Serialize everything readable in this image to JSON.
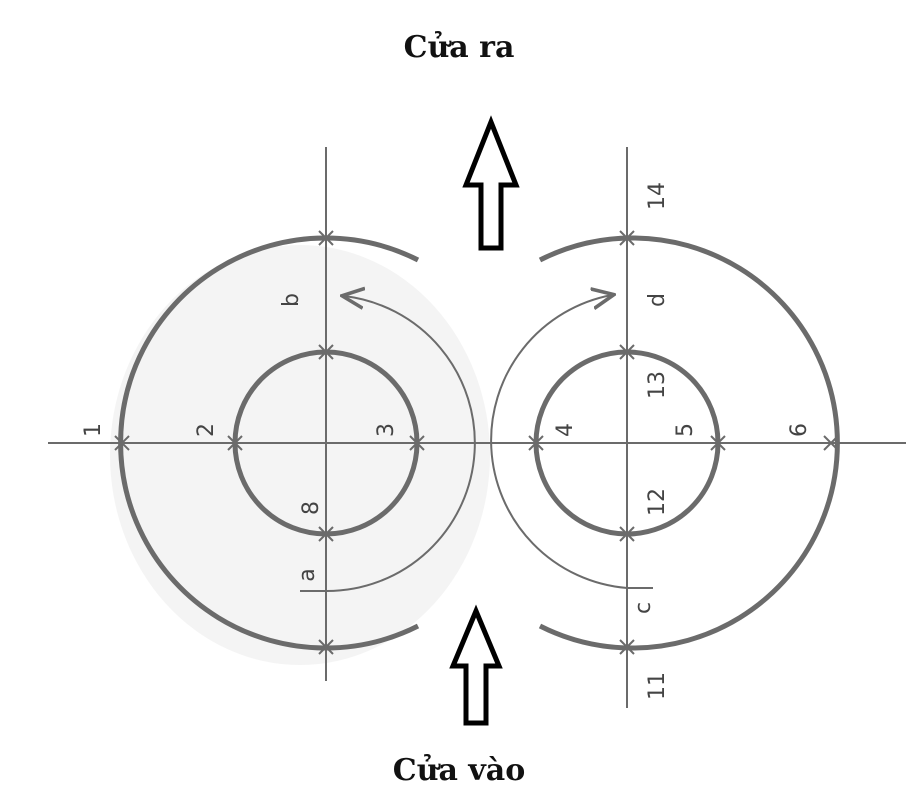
{
  "labels": {
    "outlet": "Cửa ra",
    "inlet": "Cửa vào"
  },
  "points": {
    "p1": "1",
    "p2": "2",
    "p3": "3",
    "p4": "4",
    "p5": "5",
    "p6": "6",
    "p8": "8",
    "p11": "11",
    "p12": "12",
    "p13": "13",
    "p14": "14",
    "a": "a",
    "b": "b",
    "c": "c",
    "d": "d"
  },
  "colors": {
    "stroke": "#6b6b6b",
    "shadow": "#e9e9e9",
    "arrow": "#000000",
    "text": "#444444"
  }
}
